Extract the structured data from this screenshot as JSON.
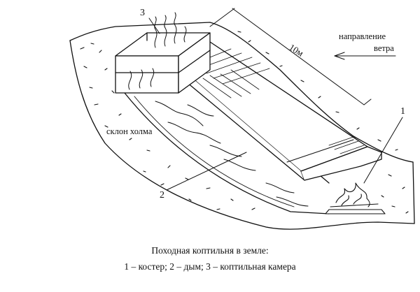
{
  "diagram": {
    "label_1": "1",
    "label_2": "2",
    "label_3": "3",
    "length_label": "10м",
    "wind_label_line1": "направление",
    "wind_label_line2": "ветра",
    "slope_label": "склон холма"
  },
  "caption": {
    "line1": "Походная коптильня в земле:",
    "line2": "1 – костер; 2 – дым; 3 – коптильная камера"
  }
}
